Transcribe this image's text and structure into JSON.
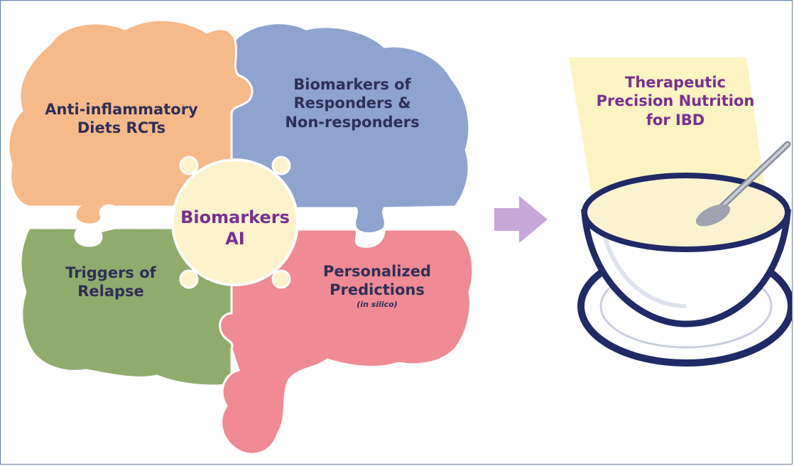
{
  "pieces": {
    "top_left": {
      "line1": "Anti-inflammatory",
      "line2": "Diets RCTs",
      "color": "#f6b98a"
    },
    "top_right": {
      "line1": "Biomarkers of",
      "line2": "Responders &",
      "line3": "Non-responders",
      "color": "#8fa3cf"
    },
    "bottom_left": {
      "line1": "Triggers of",
      "line2": "Relapse",
      "color": "#8fac6d"
    },
    "bottom_right": {
      "line1": "Personalized",
      "line2": "Predictions",
      "note": "(in silico)",
      "color": "#f08a95"
    }
  },
  "center": {
    "line1": "Biomarkers",
    "line2": "AI",
    "color": "#fcf3cd"
  },
  "arrow": {
    "color": "#c7a6d8"
  },
  "result": {
    "line1": "Therapeutic",
    "line2": "Precision Nutrition",
    "line3": "for IBD",
    "beam_color": "#fcf1b9",
    "bowl_color": "#1f2a66"
  }
}
